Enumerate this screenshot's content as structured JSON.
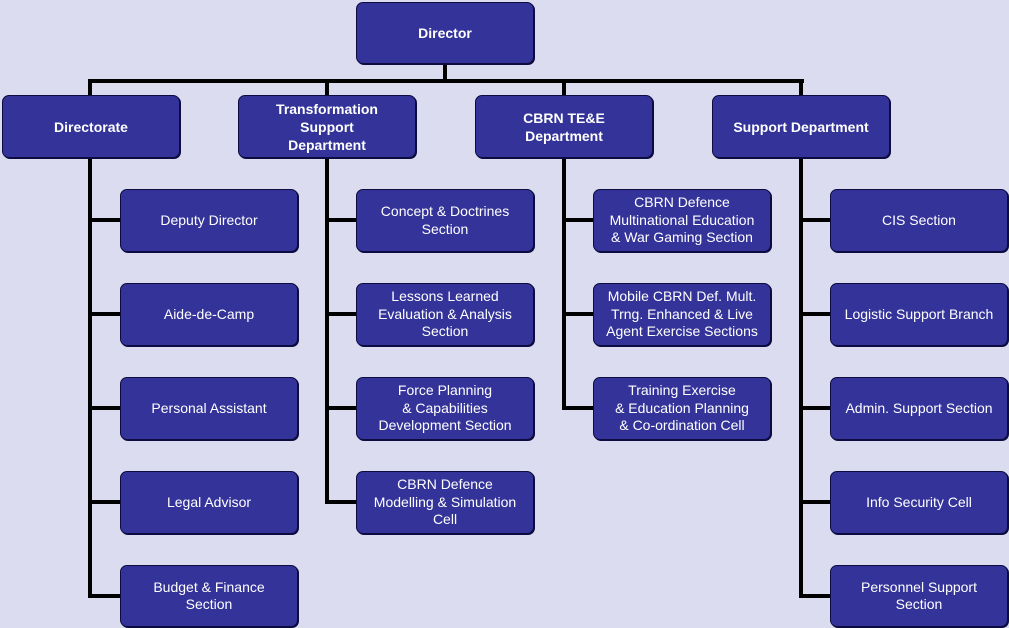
{
  "org_chart": {
    "root": "Director",
    "departments": [
      {
        "title": "Directorate",
        "units": [
          "Deputy Director",
          "Aide-de-Camp",
          "Personal Assistant",
          "Legal Advisor",
          "Budget & Finance\nSection"
        ]
      },
      {
        "title": "Transformation\nSupport\nDepartment",
        "units": [
          "Concept & Doctrines\nSection",
          "Lessons Learned\nEvaluation & Analysis\nSection",
          "Force Planning\n& Capabilities\nDevelopment Section",
          "CBRN Defence\nModelling & Simulation\nCell"
        ]
      },
      {
        "title": "CBRN TE&E\nDepartment",
        "units": [
          "CBRN Defence\nMultinational Education\n& War Gaming Section",
          "Mobile CBRN Def. Mult.\nTrng. Enhanced & Live\nAgent Exercise Sections",
          "Training Exercise\n& Education Planning\n& Co-ordination Cell"
        ]
      },
      {
        "title": "Support Department",
        "units": [
          "CIS Section",
          "Logistic Support Branch",
          "Admin. Support Section",
          "Info Security Cell",
          "Personnel Support\nSection"
        ]
      }
    ]
  },
  "colors": {
    "background": "#dcdcf0",
    "box_fill": "#333399",
    "box_border": "#0c0c40",
    "text": "#ffffff",
    "connector": "#000000"
  }
}
